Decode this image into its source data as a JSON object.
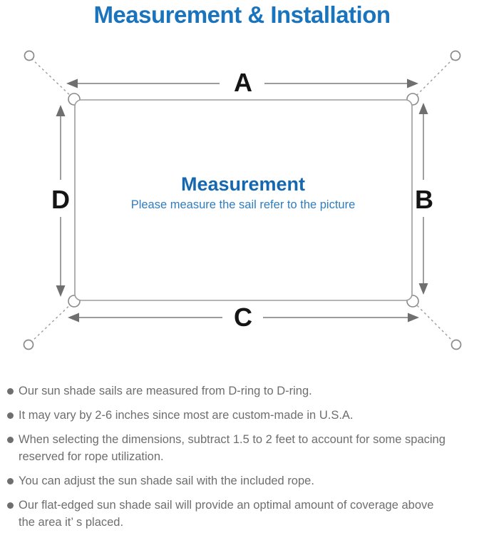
{
  "title": "Measurement & Installation",
  "colors": {
    "title_blue": "#1a74bd",
    "center_heading_blue": "#1568b0",
    "center_subtitle_blue": "#2f7dbf",
    "line_gray": "#8e8e8e",
    "note_text_gray": "#6e6e6e",
    "label_black": "#151515"
  },
  "diagram": {
    "labels": {
      "top": "A",
      "right": "B",
      "bottom": "C",
      "left": "D"
    },
    "center_title": "Measurement",
    "center_subtitle": "Please measure the sail refer to the picture"
  },
  "notes": [
    "Our sun shade sails are measured from D-ring to D-ring.",
    "It may vary by 2-6 inches since most are custom-made in U.S.A.",
    "When selecting the dimensions, subtract 1.5 to 2 feet to account for some spacing\nreserved for rope utilization.",
    "You can adjust the sun shade sail with the included rope.",
    "Our flat-edged sun shade sail will provide an optimal amount of coverage above\nthe area it’ s placed."
  ]
}
